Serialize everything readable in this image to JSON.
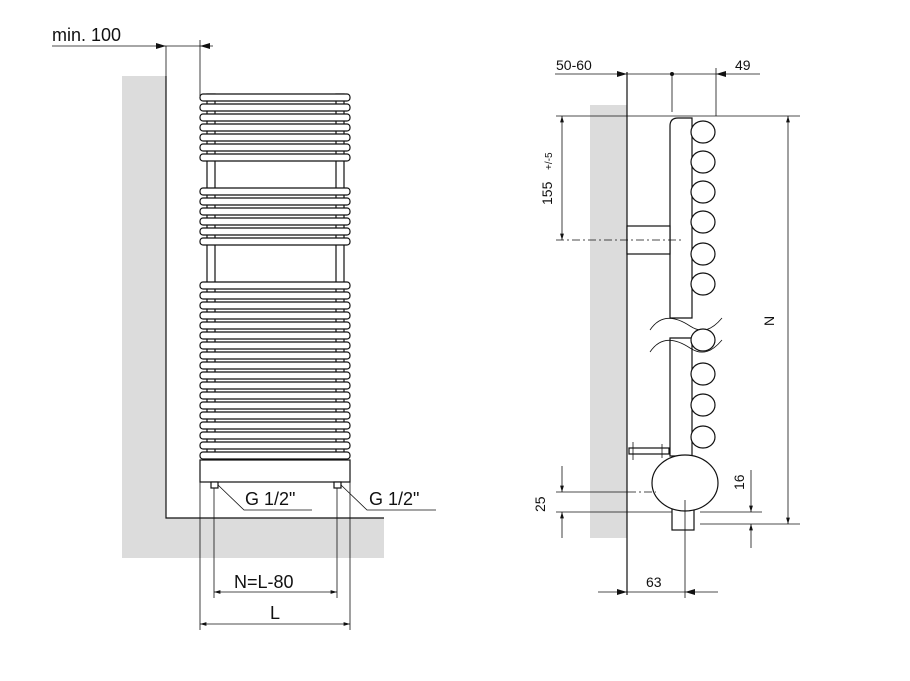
{
  "front_view": {
    "min_clearance_label": "min. 100",
    "connection_left_label": "G 1/2\"",
    "connection_right_label": "G 1/2\"",
    "center_distance_label": "N=L-80",
    "width_label": "L"
  },
  "side_view": {
    "wall_distance_label": "50-60",
    "tube_depth_label": "49",
    "bracket_height_label": "155",
    "bracket_tolerance_label": "+/-5",
    "height_label": "N",
    "bottom_offset_label": "25",
    "valve_offset_label": "16",
    "valve_depth_label": "63"
  },
  "colors": {
    "wall": "#dcdcdc",
    "line": "#111111"
  }
}
